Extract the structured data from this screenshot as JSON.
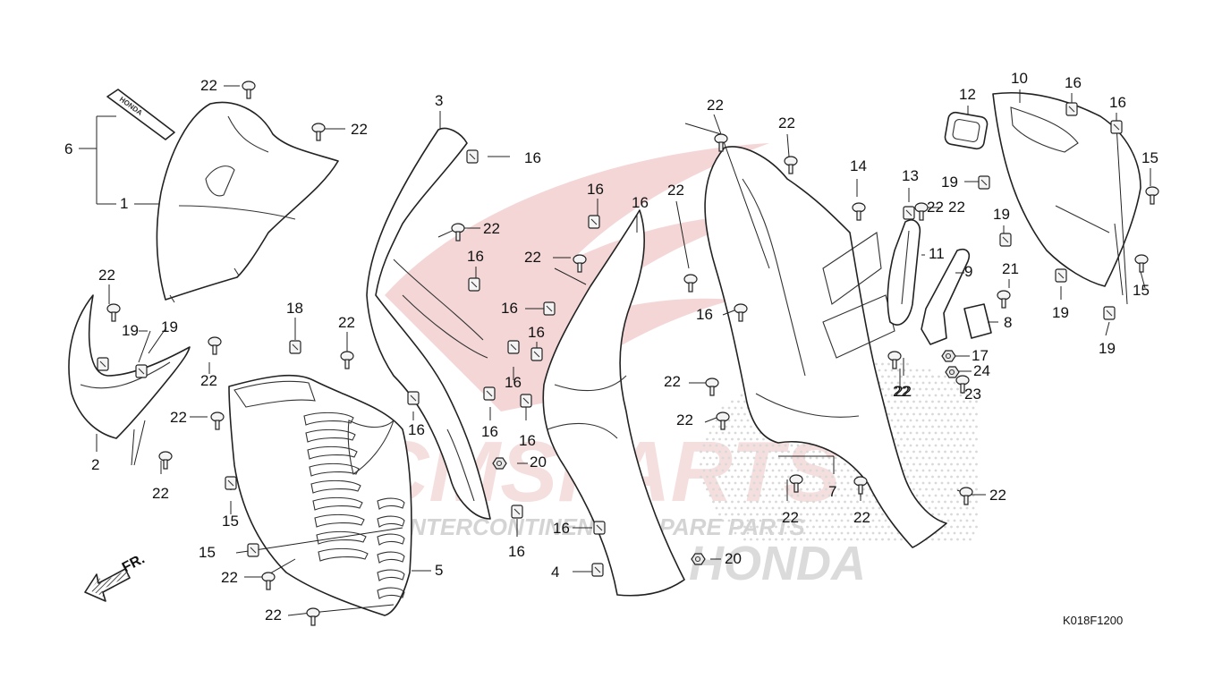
{
  "diagram_code": "K018F1200",
  "direction_label": "FR.",
  "watermark": {
    "brand": "CMSPARTS",
    "tagline": "INTERCONTINENTAL SPARE PARTS",
    "maker": "HONDA"
  },
  "decal_text": "HONDA",
  "callouts": [
    "22",
    "22",
    "6",
    "1",
    "22",
    "19",
    "19",
    "2",
    "22",
    "22",
    "22",
    "18",
    "22",
    "15",
    "15",
    "22",
    "22",
    "5",
    "3",
    "22",
    "16",
    "16",
    "16",
    "16",
    "16",
    "16",
    "16",
    "16",
    "16",
    "20",
    "16",
    "16",
    "4",
    "16",
    "22",
    "22",
    "16",
    "20",
    "22",
    "22",
    "22",
    "22",
    "22",
    "22",
    "22",
    "22",
    "22",
    "14",
    "13",
    "22",
    "11",
    "9",
    "7",
    "22",
    "12",
    "10",
    "16",
    "16",
    "19",
    "19",
    "15",
    "21",
    "8",
    "15",
    "19",
    "19",
    "17",
    "24",
    "23"
  ]
}
